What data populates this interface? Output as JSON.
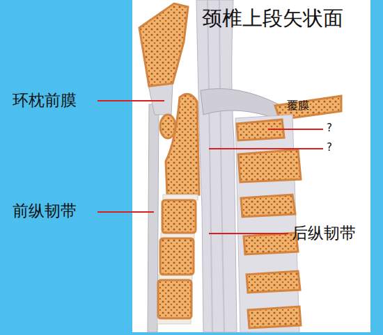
{
  "diagram": {
    "title": "颈椎上段矢状面",
    "labels": [
      "环枕前膜",
      "覆膜",
      "?",
      "?",
      "前纵韧带",
      "后纵韧带"
    ]
  }
}
